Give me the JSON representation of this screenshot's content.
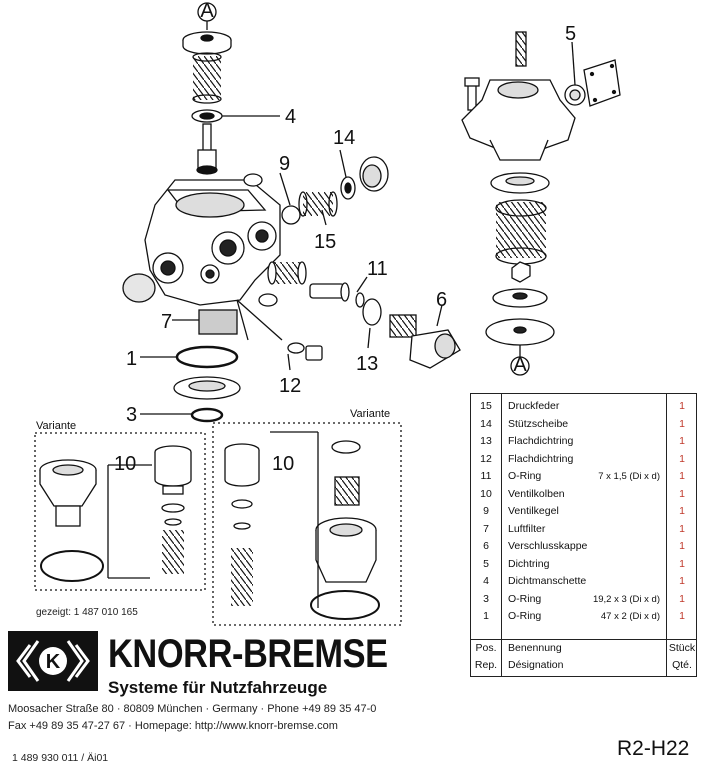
{
  "callouts": {
    "a_top": "A",
    "a_right": "A",
    "n4": "4",
    "n5": "5",
    "n9": "9",
    "n14": "14",
    "n15": "15",
    "n11": "11",
    "n6": "6",
    "n7": "7",
    "n1": "1",
    "n13": "13",
    "n12": "12",
    "n3": "3",
    "n10_left": "10",
    "n10_right": "10"
  },
  "variants": {
    "left_label": "Variante",
    "right_label": "Variante"
  },
  "shown_note": "gezeigt: 1 487 010 165",
  "parts_list": {
    "rows": [
      {
        "pos": "15",
        "name": "Druckfeder",
        "dim": "",
        "qty": "1"
      },
      {
        "pos": "14",
        "name": "Stützscheibe",
        "dim": "",
        "qty": "1"
      },
      {
        "pos": "13",
        "name": "Flachdichtring",
        "dim": "",
        "qty": "1"
      },
      {
        "pos": "12",
        "name": "Flachdichtring",
        "dim": "",
        "qty": "1"
      },
      {
        "pos": "11",
        "name": "O-Ring",
        "dim": "7 x 1,5 (Di x d)",
        "qty": "1"
      },
      {
        "pos": "10",
        "name": "Ventilkolben",
        "dim": "",
        "qty": "1"
      },
      {
        "pos": "9",
        "name": "Ventilkegel",
        "dim": "",
        "qty": "1"
      },
      {
        "pos": "7",
        "name": "Luftfilter",
        "dim": "",
        "qty": "1"
      },
      {
        "pos": "6",
        "name": "Verschlusskappe",
        "dim": "",
        "qty": "1"
      },
      {
        "pos": "5",
        "name": "Dichtring",
        "dim": "",
        "qty": "1"
      },
      {
        "pos": "4",
        "name": "Dichtmanschette",
        "dim": "",
        "qty": "1"
      },
      {
        "pos": "3",
        "name": "O-Ring",
        "dim": "19,2 x 3 (Di x d)",
        "qty": "1"
      },
      {
        "pos": "1",
        "name": "O-Ring",
        "dim": "47 x 2 (Di x d)",
        "qty": "1"
      }
    ],
    "header": {
      "pos_de": "Pos.",
      "name_de": "Benennung",
      "qty_de": "Stück",
      "pos_fr": "Rep.",
      "name_fr": "Désignation",
      "qty_fr": "Qté."
    },
    "qty_color": "#c0392b"
  },
  "brand": {
    "name": "KNORR-BREMSE",
    "tagline": "Systeme für Nutzfahrzeuge",
    "logo_letter": "K",
    "address_line1": "Moosacher Straße 80 · 80809 München · Germany · Phone +49 89 35 47-0",
    "address_line2": "Fax +49 89 35 47-27 67 · Homepage: http://www.knorr-bremse.com"
  },
  "footer": {
    "doc_number": "1 489 930 011 / Äi01",
    "doc_code": "R2-H22"
  }
}
